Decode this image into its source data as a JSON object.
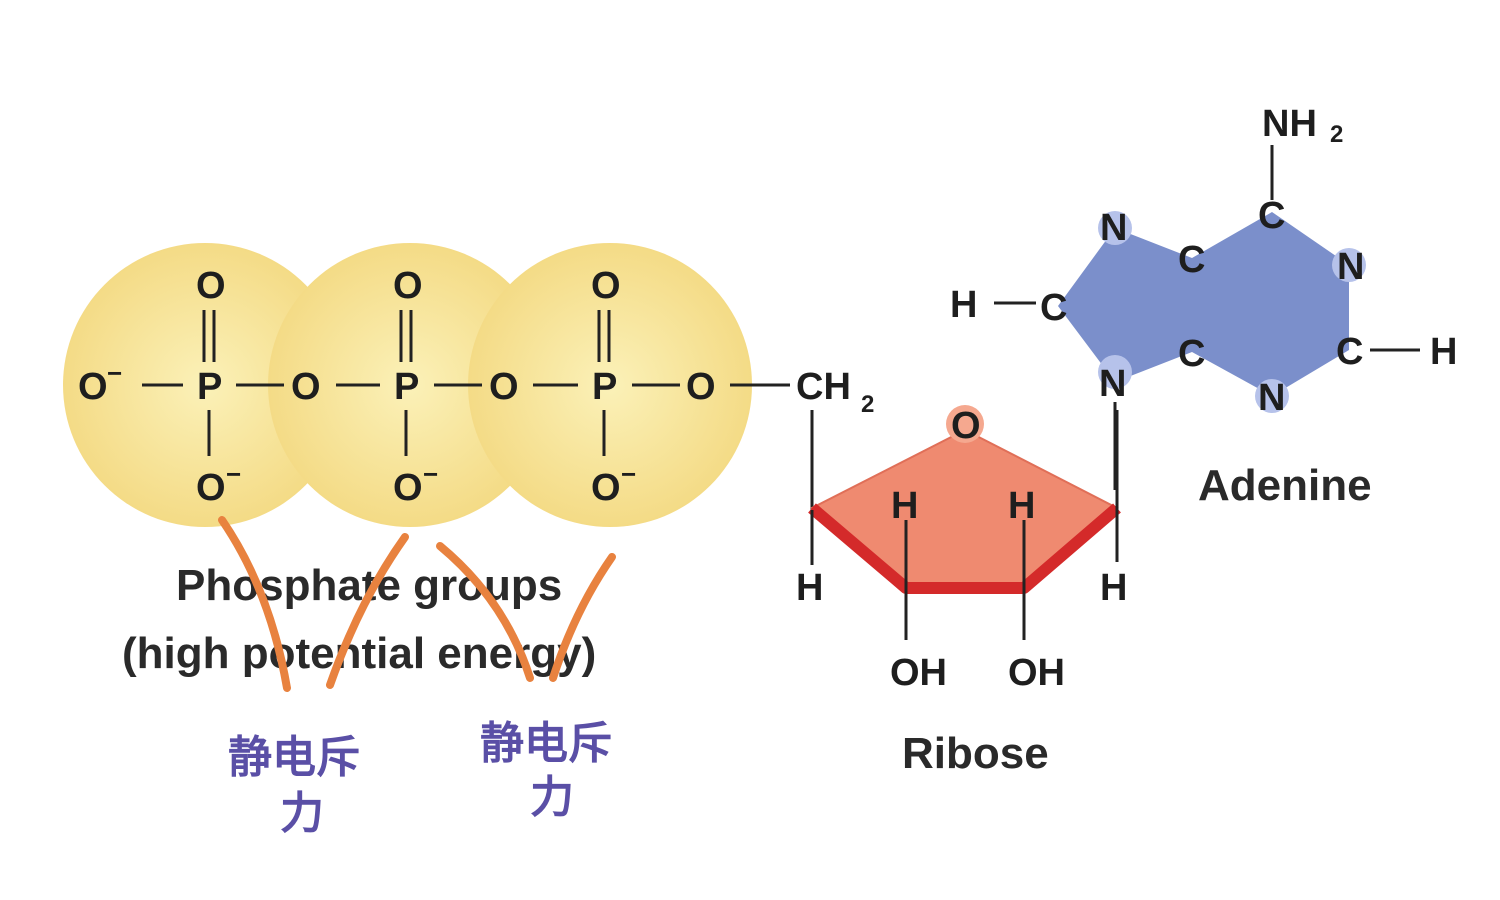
{
  "colors": {
    "phosphate_fill": "#f7e69a",
    "ribose_fill": "#ef8a70",
    "ribose_edge": "#d42a2a",
    "adenine_fill": "#7b8fcb",
    "annotation_line": "#e8823f",
    "annotation_text": "#5a4fa6"
  },
  "labels": {
    "phosphate_groups_line1": "Phosphate groups",
    "phosphate_groups_line2": "(high potential energy)",
    "ribose": "Ribose",
    "adenine": "Adenine",
    "annotation_left_line1": "静电斥",
    "annotation_left_line2": "力",
    "annotation_right_line1": "静电斥",
    "annotation_right_line2": "力"
  },
  "atoms": {
    "o_minus_left": "O",
    "p": "P",
    "o": "O",
    "ch2": "CH",
    "sub2": "2",
    "ring_o": "O",
    "h": "H",
    "oh": "OH",
    "n": "N",
    "c": "C",
    "nh2": "NH",
    "minus": "−"
  }
}
